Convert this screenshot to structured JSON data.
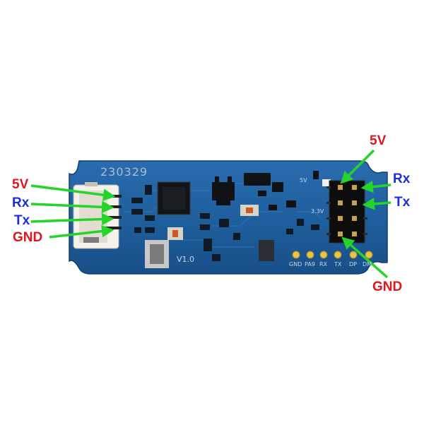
{
  "board": {
    "date_code": "230329",
    "version": "V1.0",
    "pad_labels": [
      "GND",
      "PA9",
      "RX",
      "TX",
      "DP",
      "DM"
    ],
    "silk_5v": "5V",
    "silk_3v3": "3.3V"
  },
  "callouts": {
    "left": [
      {
        "label": "5V",
        "color": "#e0161b"
      },
      {
        "label": "Rx",
        "color": "#1b2fd6"
      },
      {
        "label": "Tx",
        "color": "#1b2fd6"
      },
      {
        "label": "GND",
        "color": "#e0161b"
      }
    ],
    "right": [
      {
        "label": "5V",
        "color": "#e0161b"
      },
      {
        "label": "Rx",
        "color": "#1b2fd6"
      },
      {
        "label": "Tx",
        "color": "#1b2fd6"
      },
      {
        "label": "GND",
        "color": "#e0161b"
      }
    ]
  },
  "colors": {
    "pcb": "#1f5f9e",
    "arrow": "#25d42a"
  }
}
